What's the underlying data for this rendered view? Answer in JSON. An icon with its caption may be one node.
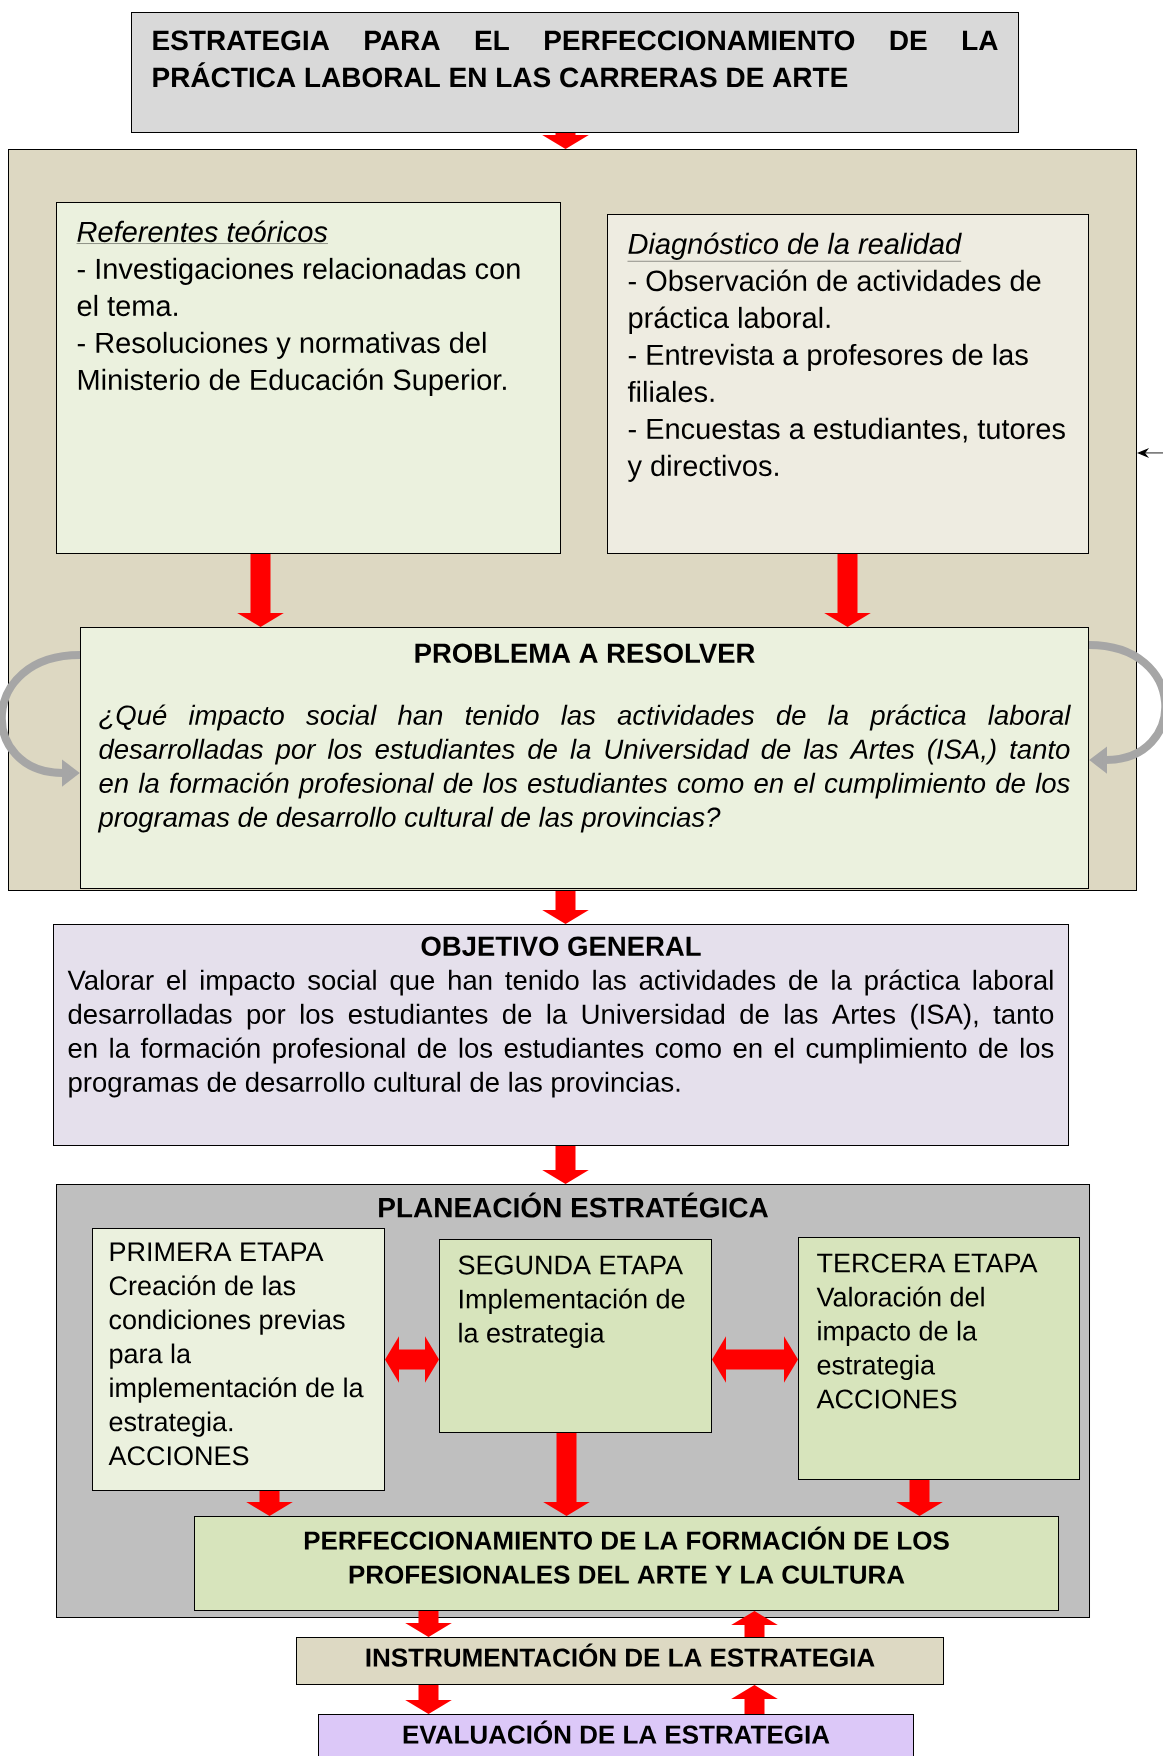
{
  "diagram": {
    "nodes": [
      {
        "text": [
          "ESTRATEGIA PARA EL PERFECCIONAMIENTO DE LA PRÁCTICA LABORAL EN LAS CARRERAS DE ARTE"
        ]
      },
      {
        "text": [],
        "shape": "box"
      },
      {
        "text": [
          "Referentes teóricos",
          "- Investigaciones relacionadas con el tema.",
          "- Resoluciones y normativas del Ministerio de Educación Superior."
        ],
        "in": 1
      },
      {
        "text": [
          "Diagnóstico de la realidad",
          "- Observación de actividades de práctica laboral.",
          "- Entrevista a profesores de las filiales.",
          "- Encuestas a estudiantes, tutores y directivos."
        ],
        "in": 1
      },
      {
        "text": [
          "PROBLEMA A RESOLVER",
          "¿Qué impacto social han tenido las actividades de la práctica laboral desarrolladas por los estudiantes de la Universidad de las Artes (ISA,) tanto en la formación profesional de los estudiantes como en el cumplimiento de los programas de desarrollo cultural de las provincias?"
        ],
        "in": 1
      },
      {
        "text": [
          "OBJETIVO GENERAL",
          "Valorar el impacto social que han tenido las actividades de la práctica laboral desarrolladas por los estudiantes de la Universidad de las Artes (ISA), tanto en la formación profesional de los estudiantes como en el cumplimiento de los programas de desarrollo cultural de las provincias."
        ]
      },
      {
        "text": [
          "PLANEACIÓN ESTRATÉGICA"
        ]
      },
      {
        "text": [
          "PRIMERA ETAPA",
          "Creación de las condiciones previas para la implementación de la estrategia.",
          "ACCIONES"
        ],
        "in": 6
      },
      {
        "text": [
          "SEGUNDA ETAPA",
          "Implementación de la estrategia"
        ],
        "in": 6
      },
      {
        "text": [
          "TERCERA ETAPA",
          "Valoración del impacto de la estrategia",
          "ACCIONES"
        ],
        "in": 6
      },
      {
        "text": [
          "PERFECCIONAMIENTO DE LA FORMACIÓN DE LOS PROFESIONALES DEL ARTE Y LA CULTURA"
        ],
        "in": 6
      },
      {
        "text": [
          "INSTRUMENTACIÓN DE LA ESTRATEGIA"
        ]
      },
      {
        "text": [
          "EVALUACIÓN DE LA ESTRATEGIA"
        ]
      }
    ],
    "edges": [
      {
        "from": 0,
        "to": 1,
        "arrow": "to"
      },
      {
        "from": null,
        "to": 1,
        "arrow": "to",
        "color": "#000000"
      },
      {
        "from": 2,
        "to": 4,
        "arrow": "to"
      },
      {
        "from": 3,
        "to": 4,
        "arrow": "to"
      },
      {
        "from": 4,
        "to": 4,
        "arrow": "to",
        "color": "#a6a6a6"
      },
      {
        "from": 4,
        "to": 4,
        "arrow": "to",
        "color": "#a6a6a6"
      },
      {
        "from": 1,
        "to": 5,
        "arrow": "to"
      },
      {
        "from": 5,
        "to": 6,
        "arrow": "to"
      },
      {
        "from": 7,
        "to": 8,
        "arrow": "both"
      },
      {
        "from": 8,
        "to": 9,
        "arrow": "both"
      },
      {
        "from": 7,
        "to": 10,
        "arrow": "to"
      },
      {
        "from": 8,
        "to": 10,
        "arrow": "to"
      },
      {
        "from": 9,
        "to": 10,
        "arrow": "to"
      },
      {
        "from": 10,
        "to": 11,
        "arrow": "to"
      },
      {
        "from": 11,
        "to": 10,
        "arrow": "to"
      },
      {
        "from": 11,
        "to": 12,
        "arrow": "to"
      },
      {
        "from": 12,
        "to": 11,
        "arrow": "to"
      }
    ]
  }
}
